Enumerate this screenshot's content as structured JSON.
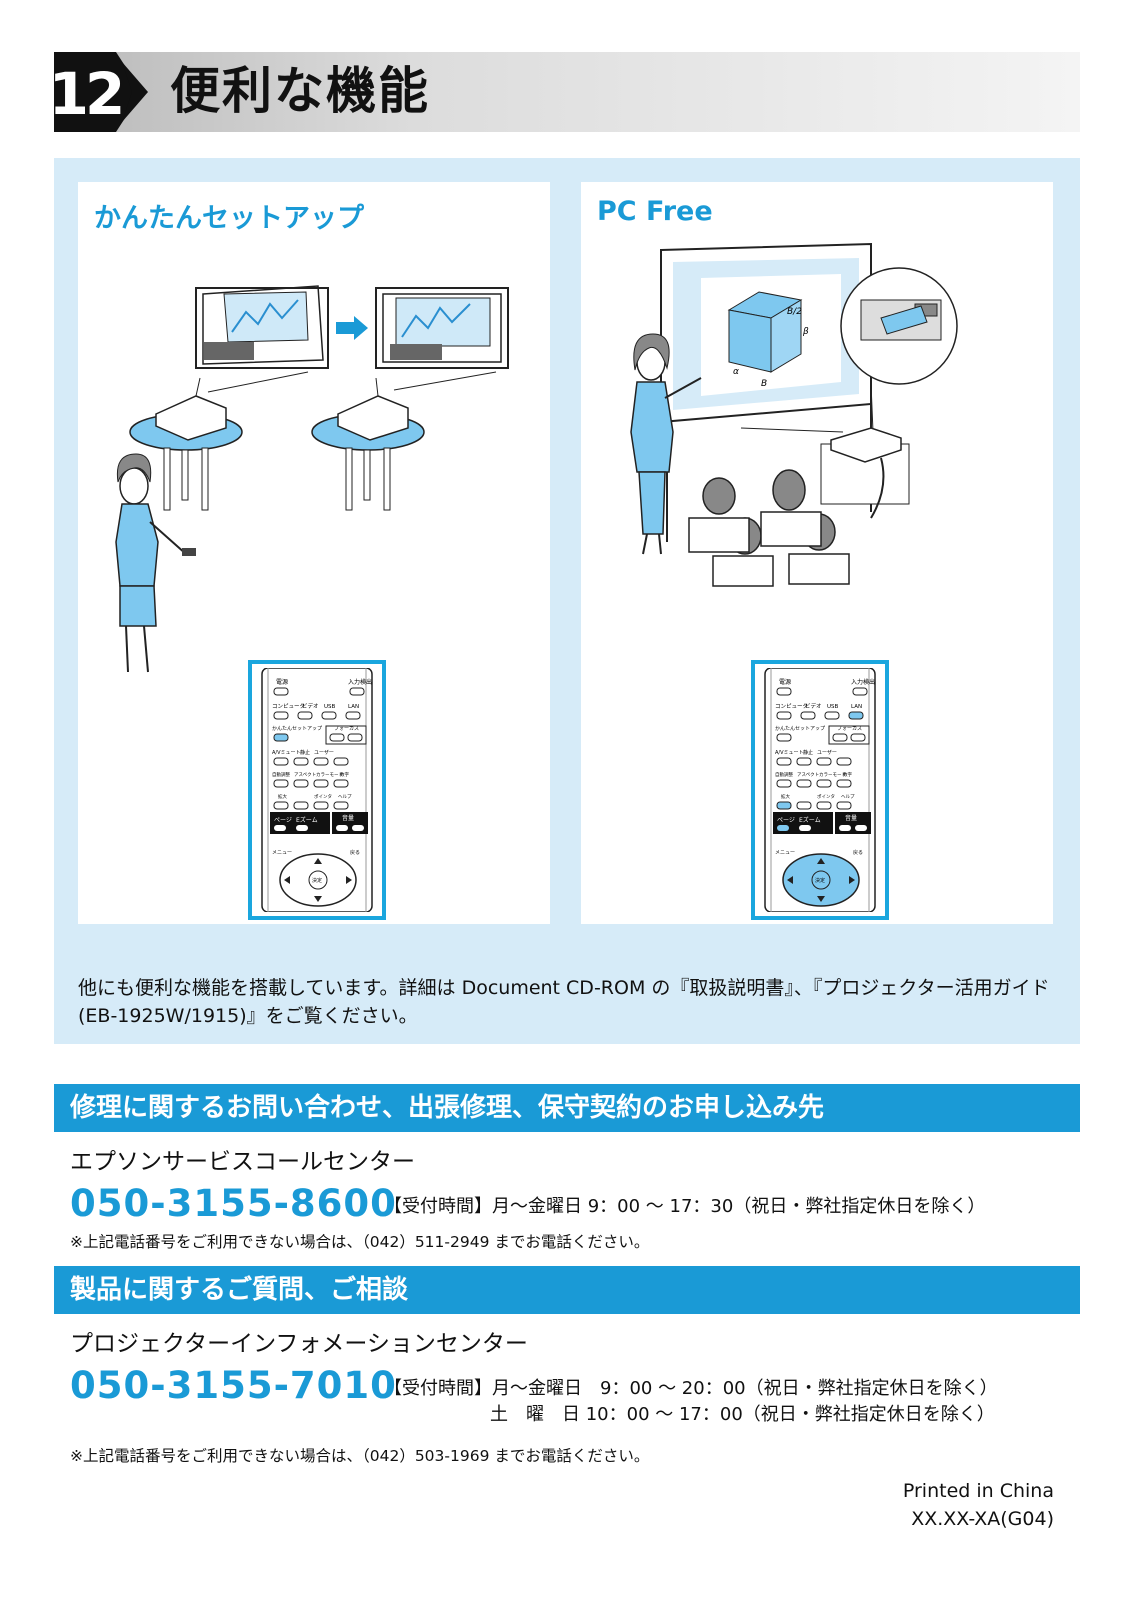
{
  "header": {
    "number": "12",
    "title": "便利な機能"
  },
  "features": [
    {
      "title": "かんたんセットアップ"
    },
    {
      "title": "PC Free"
    }
  ],
  "remote": {
    "power": "電源",
    "source_search": "入力検出",
    "computer": "コンピュータ",
    "video": "ビデオ",
    "usb": "USB",
    "lan": "LAN",
    "easy_setup": "かんたんセットアップ",
    "focus": "フォーカス",
    "av_mute": "A/Vミュート",
    "freeze": "静止",
    "user": "ユーザー",
    "auto": "自動調整",
    "aspect": "アスペクト",
    "color_mode": "カラーモード",
    "num": "数字",
    "enlarge": "拡大",
    "pointer": "ポインタ",
    "help": "ヘルプ",
    "page": "ページ",
    "ezoom": "Eズーム",
    "volume": "音量",
    "menu": "メニュー",
    "back": "戻る",
    "enter": "決定"
  },
  "cube_labels": {
    "b": "B",
    "b_half": "B/2",
    "beta": "β",
    "alpha": "α"
  },
  "note": "他にも便利な機能を搭載しています。詳細は Document CD-ROM の『取扱説明書』、『プロジェクター活用ガイド (EB-1925W/1915)』をご覧ください。",
  "repair": {
    "heading": "修理に関するお問い合わせ、出張修理、保守契約のお申し込み先",
    "center": "エプソンサービスコールセンター",
    "phone": "050-3155-8600",
    "hours": "【受付時間】月～金曜日 9：00 ～ 17：30（祝日・弊社指定休日を除く）",
    "alt": "※上記電話番号をご利用できない場合は、（042）511-2949 までお電話ください。"
  },
  "product": {
    "heading": "製品に関するご質問、ご相談",
    "center": "プロジェクターインフォメーションセンター",
    "phone": "050-3155-7010",
    "hours1": "【受付時間】月～金曜日　9：00 ～ 20：00（祝日・弊社指定休日を除く）",
    "hours2": "土　曜　日 10：00 ～ 17：00（祝日・弊社指定休日を除く）",
    "alt": "※上記電話番号をご利用できない場合は、（042）503-1969 までお電話ください。"
  },
  "footer": {
    "printed": "Printed in China",
    "code": "XX.XX-XA(G04)"
  },
  "colors": {
    "accent": "#1a9ad6",
    "panel": "#d6ebf8",
    "figure": "#7ec8ef"
  }
}
